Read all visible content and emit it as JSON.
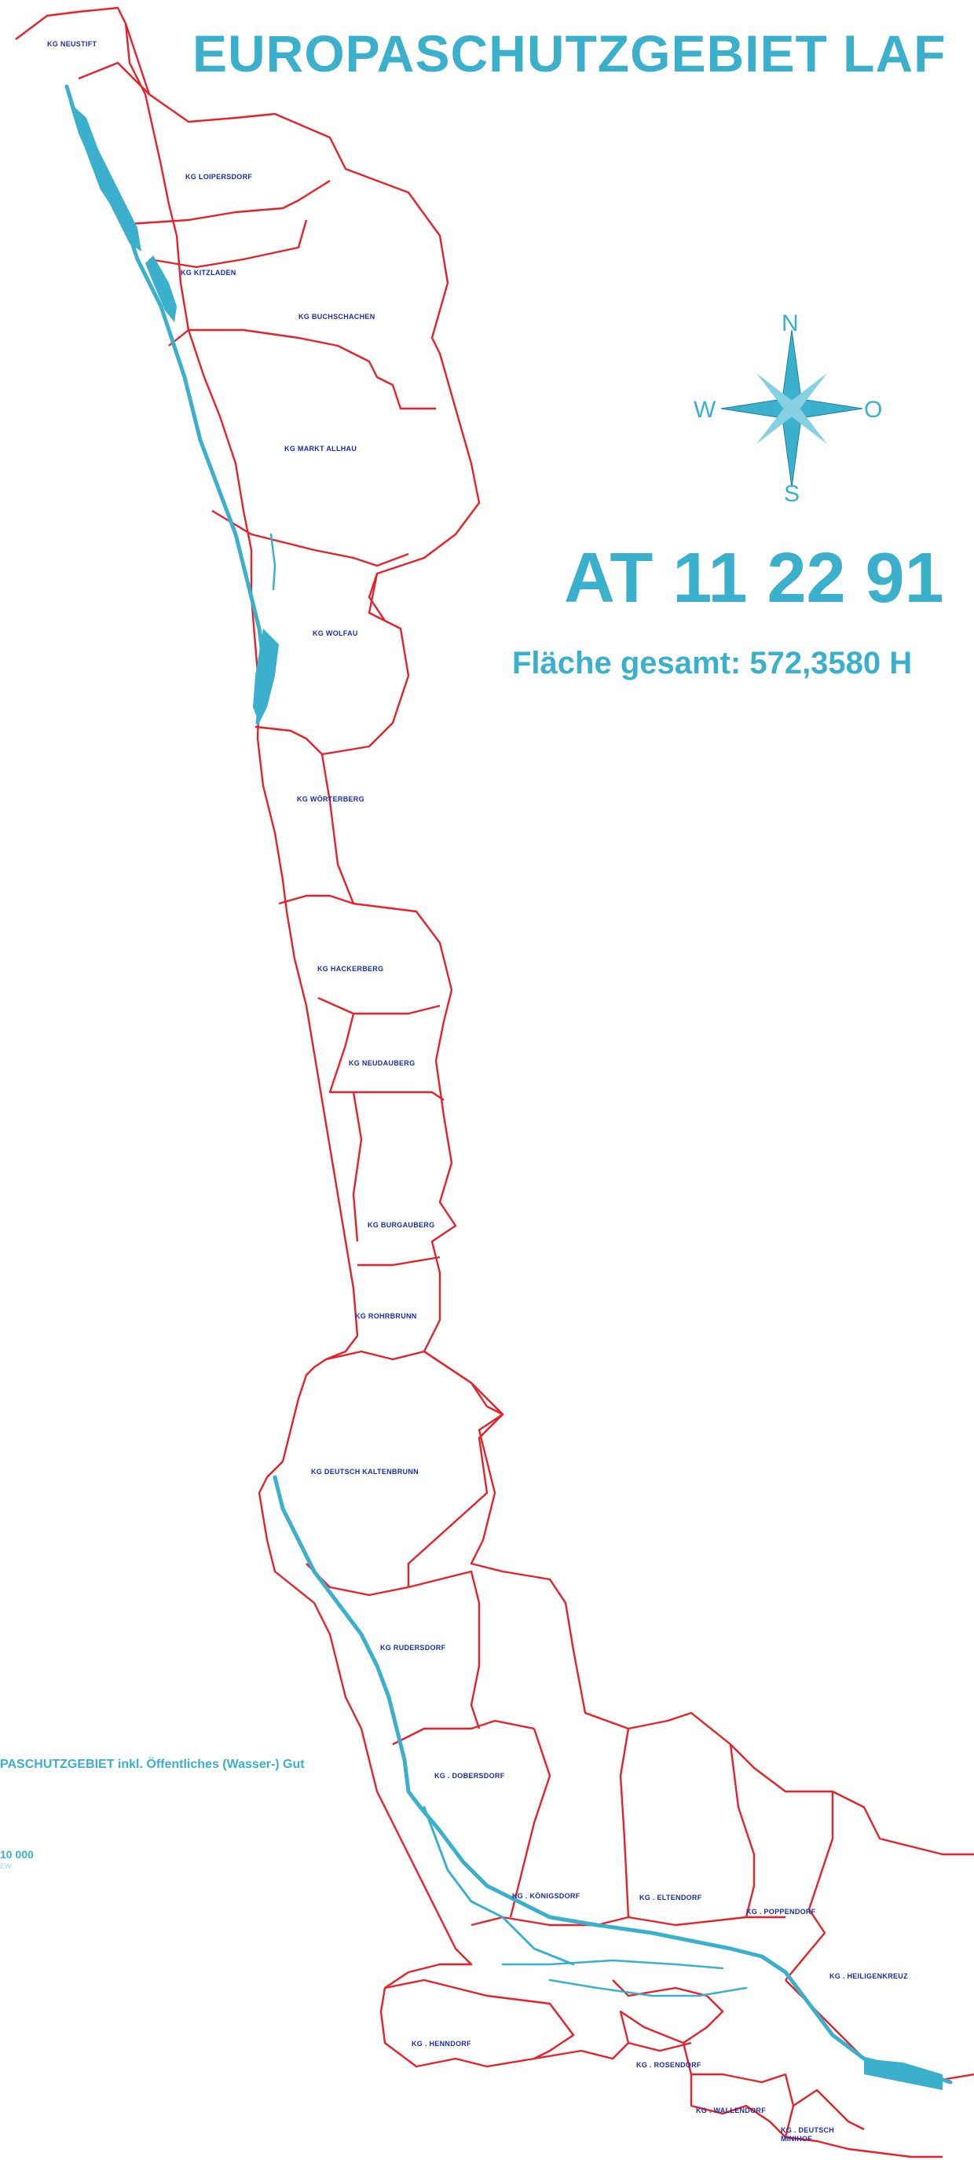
{
  "title": "EUROPASCHUTZGEBIET LAF",
  "site_code": "AT 11 22 91",
  "area_total": "Fläche gesamt: 572,3580 H",
  "legend_text": "PASCHUTZGEBIET inkl. Öffentliches (Wasser-) Gut",
  "scale_text": "10 000",
  "scale_sub": "EW",
  "compass": {
    "n": "N",
    "s": "S",
    "w": "W",
    "o": "O"
  },
  "colors": {
    "boundary": "#e8202a",
    "water": "#3bb0cc",
    "labels": "#1a2ea8"
  },
  "cadastral_labels": [
    "KG NEUSTIFT",
    "KG LOIPERSDORF",
    "KG KITZLADEN",
    "KG BUCHSCHACHEN",
    "KG MARKT ALLHAU",
    "KG WOLFAU",
    "KG WÖRTERBERG",
    "KG HACKERBERG",
    "KG NEUDAUBERG",
    "KG BURGAUBERG",
    "KG ROHRBRUNN",
    "KG DEUTSCH KALTENBRUNN",
    "KG RUDERSDORF",
    "KG . DOBERSDORF",
    "KG . KÖNIGSDORF",
    "KG . ELTENDORF",
    "KG . POPPENDORF",
    "KG . HEILIGENKREUZ",
    "KG . HENNDORF",
    "KG . ROSENDORF",
    "KG . WALLENDORF",
    "KG . DEUTSCH MINIHOF"
  ]
}
